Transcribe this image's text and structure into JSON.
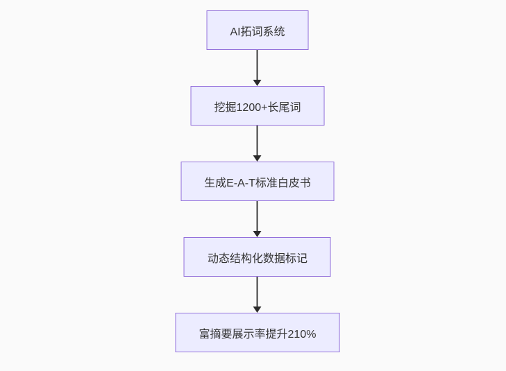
{
  "diagram": {
    "type": "flowchart-top-down",
    "colors": {
      "node_fill": "#ECECFF",
      "node_border": "#9370DB",
      "edge": "#333333",
      "text": "#333333",
      "background": "#fafafa"
    },
    "nodes": [
      {
        "id": "n1",
        "label": "AI拓词系统"
      },
      {
        "id": "n2",
        "label": "挖掘1200+长尾词"
      },
      {
        "id": "n3",
        "label": "生成E-A-T标准白皮书"
      },
      {
        "id": "n4",
        "label": "动态结构化数据标记"
      },
      {
        "id": "n5",
        "label": "富摘要展示率提升210%"
      }
    ],
    "edges": [
      {
        "from": "n1",
        "to": "n2"
      },
      {
        "from": "n2",
        "to": "n3"
      },
      {
        "from": "n3",
        "to": "n4"
      },
      {
        "from": "n4",
        "to": "n5"
      }
    ]
  }
}
